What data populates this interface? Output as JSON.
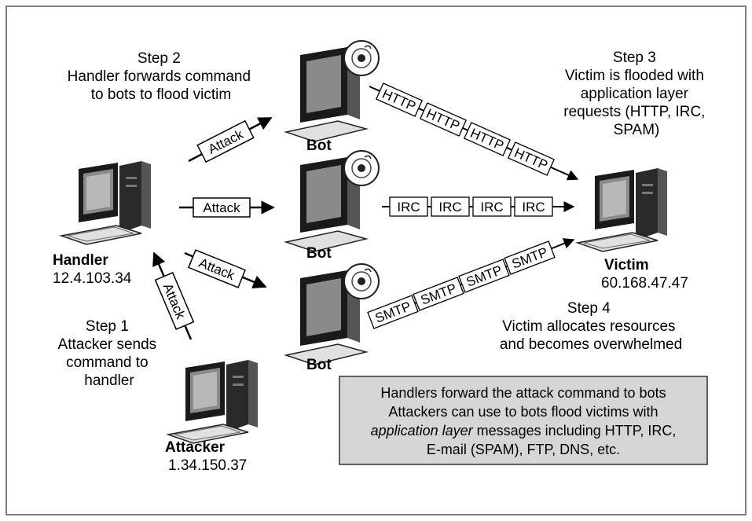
{
  "colors": {
    "border": "#555555",
    "note_bg": "#d6d6d6",
    "monitor_dark": "#1a1a1a",
    "screen_gray": "#8a8a8a"
  },
  "steps": {
    "step1": [
      "Step 1",
      "Attacker sends",
      "command to",
      "handler"
    ],
    "step2": [
      "Step 2",
      "Handler forwards command",
      "to bots to flood victim"
    ],
    "step3": [
      "Step 3",
      "Victim is flooded with",
      "application layer",
      "requests (HTTP, IRC,",
      "SPAM)"
    ],
    "step4": [
      "Step 4",
      "Victim allocates resources",
      "and becomes overwhelmed"
    ]
  },
  "nodes": {
    "handler": {
      "name": "Handler",
      "ip": "12.4.103.34"
    },
    "attacker": {
      "name": "Attacker",
      "ip": "1.34.150.37"
    },
    "victim": {
      "name": "Victim",
      "ip": "60.168.47.47"
    },
    "bot_top": {
      "name": "Bot"
    },
    "bot_mid": {
      "name": "Bot"
    },
    "bot_bottom": {
      "name": "Bot"
    }
  },
  "arrows": {
    "attacker_to_handler": "Attack",
    "handler_to_bot_top": "Attack",
    "handler_to_bot_mid": "Attack",
    "handler_to_bot_bottom": "Attack"
  },
  "flows": {
    "http": [
      "HTTP",
      "HTTP",
      "HTTP",
      "HTTP"
    ],
    "irc": [
      "IRC",
      "IRC",
      "IRC",
      "IRC"
    ],
    "smtp": [
      "SMTP",
      "SMTP",
      "SMTP",
      "SMTP"
    ]
  },
  "note": {
    "line1": "Handlers forward the attack command to bots",
    "line2": "Attackers can use to bots flood victims with",
    "line3_italic": "application layer",
    "line3_rest": " messages including HTTP, IRC,",
    "line4": "E-mail (SPAM), FTP, DNS, etc."
  }
}
